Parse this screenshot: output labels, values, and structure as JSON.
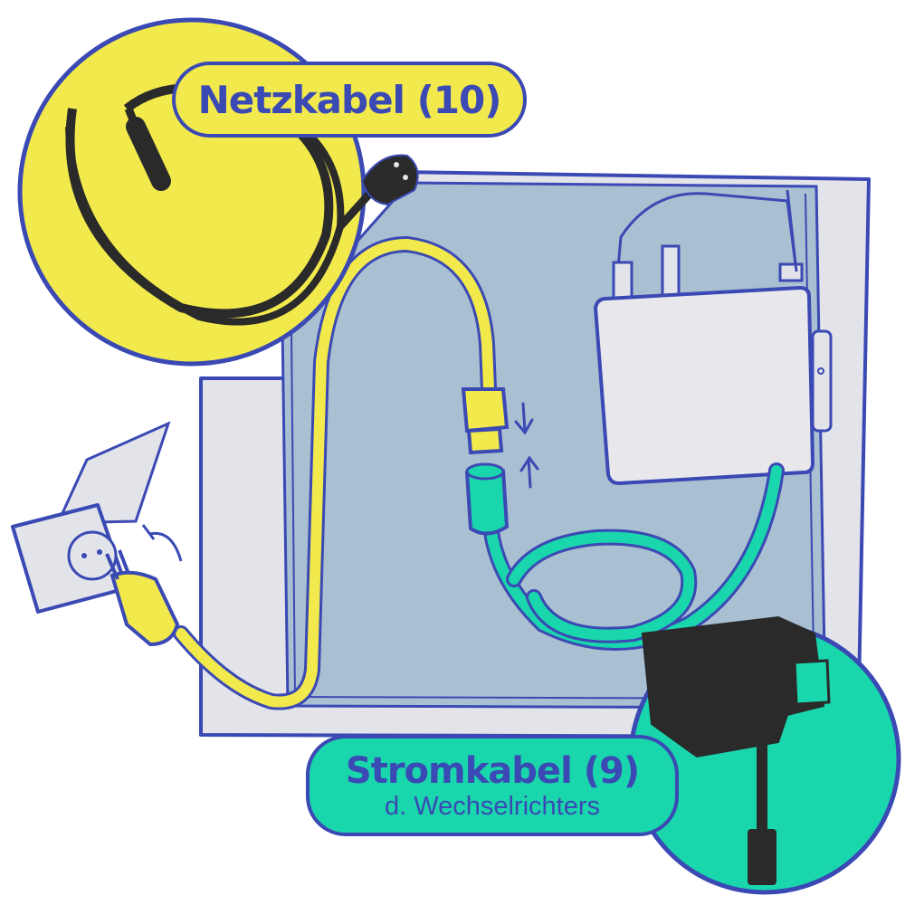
{
  "labels": {
    "netzkabel": "Netzkabel (10)",
    "stromkabel": "Stromkabel (9)",
    "stromkabel_sub": "d. Wechselrichters"
  },
  "colors": {
    "outline": "#3a49b3",
    "yellow": "#f2ea4d",
    "teal": "#19d6ad",
    "panel_blue": "#a9bfd2",
    "frame_gray": "#e3e4ea",
    "box_gray": "#e8e8ec",
    "cable_black": "#2a2a2a"
  }
}
